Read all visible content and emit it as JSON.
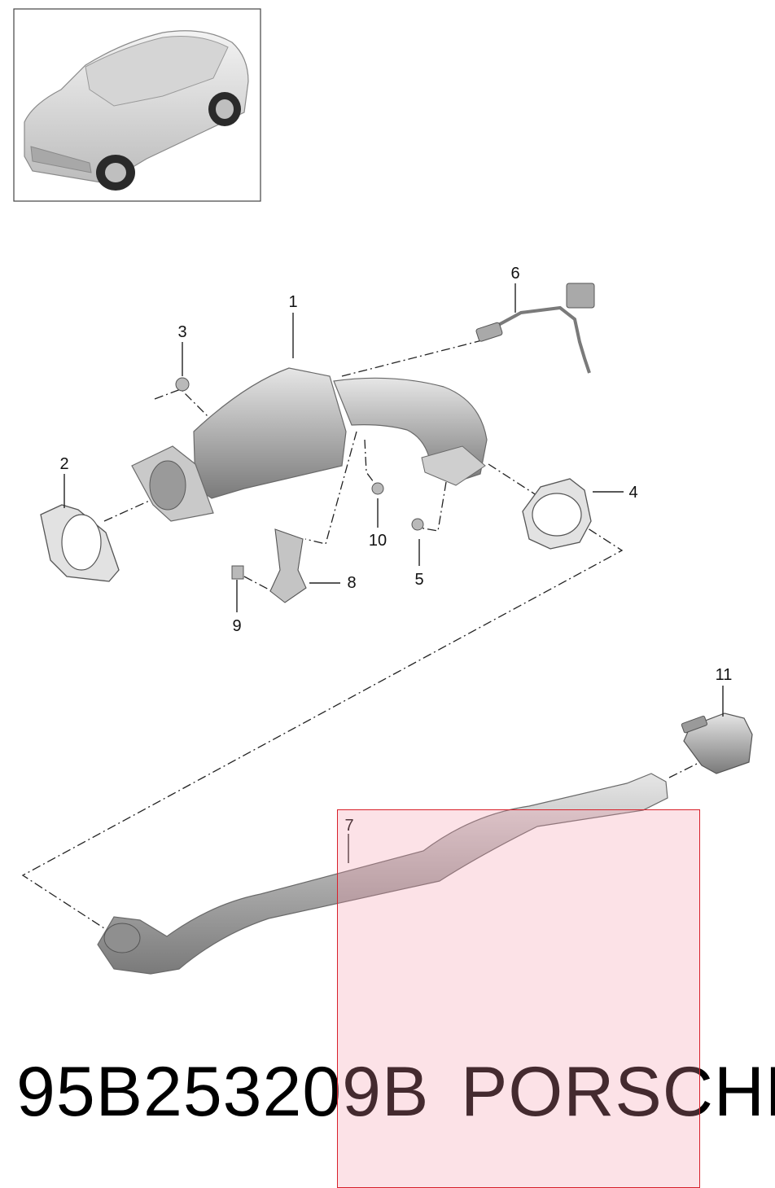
{
  "diagram": {
    "callouts": [
      "1",
      "2",
      "3",
      "4",
      "5",
      "6",
      "7",
      "8",
      "9",
      "10",
      "11"
    ]
  },
  "caption": {
    "part_number": "95B253209B",
    "brand": "PORSCHE"
  },
  "highlight": {
    "target_callout": "7",
    "color": "#d8202a"
  },
  "colors": {
    "part_metal": "#b7b7b7",
    "part_dark": "#7a7a7a",
    "line": "#222222"
  }
}
